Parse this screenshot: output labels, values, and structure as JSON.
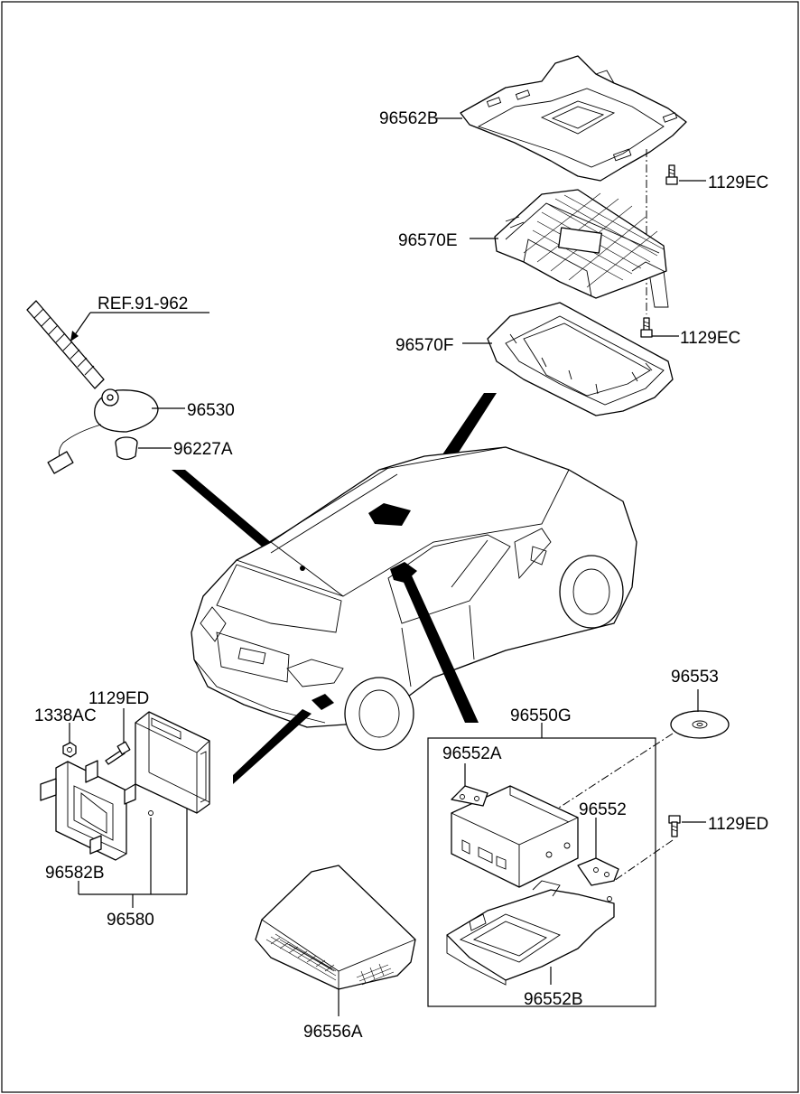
{
  "labels": {
    "p96562B": "96562B",
    "p1129EC_a": "1129EC",
    "p96570E": "96570E",
    "p1129EC_b": "1129EC",
    "p96570F": "96570F",
    "ref": "REF.91-962",
    "p96530": "96530",
    "p96227A": "96227A",
    "p1129ED_a": "1129ED",
    "p1338AC": "1338AC",
    "p96582B": "96582B",
    "p96580": "96580",
    "p96556A": "96556A",
    "p96550G": "96550G",
    "p96553": "96553",
    "p96552A": "96552A",
    "p96552": "96552",
    "p1129ED_b": "1129ED",
    "p96552B": "96552B"
  }
}
